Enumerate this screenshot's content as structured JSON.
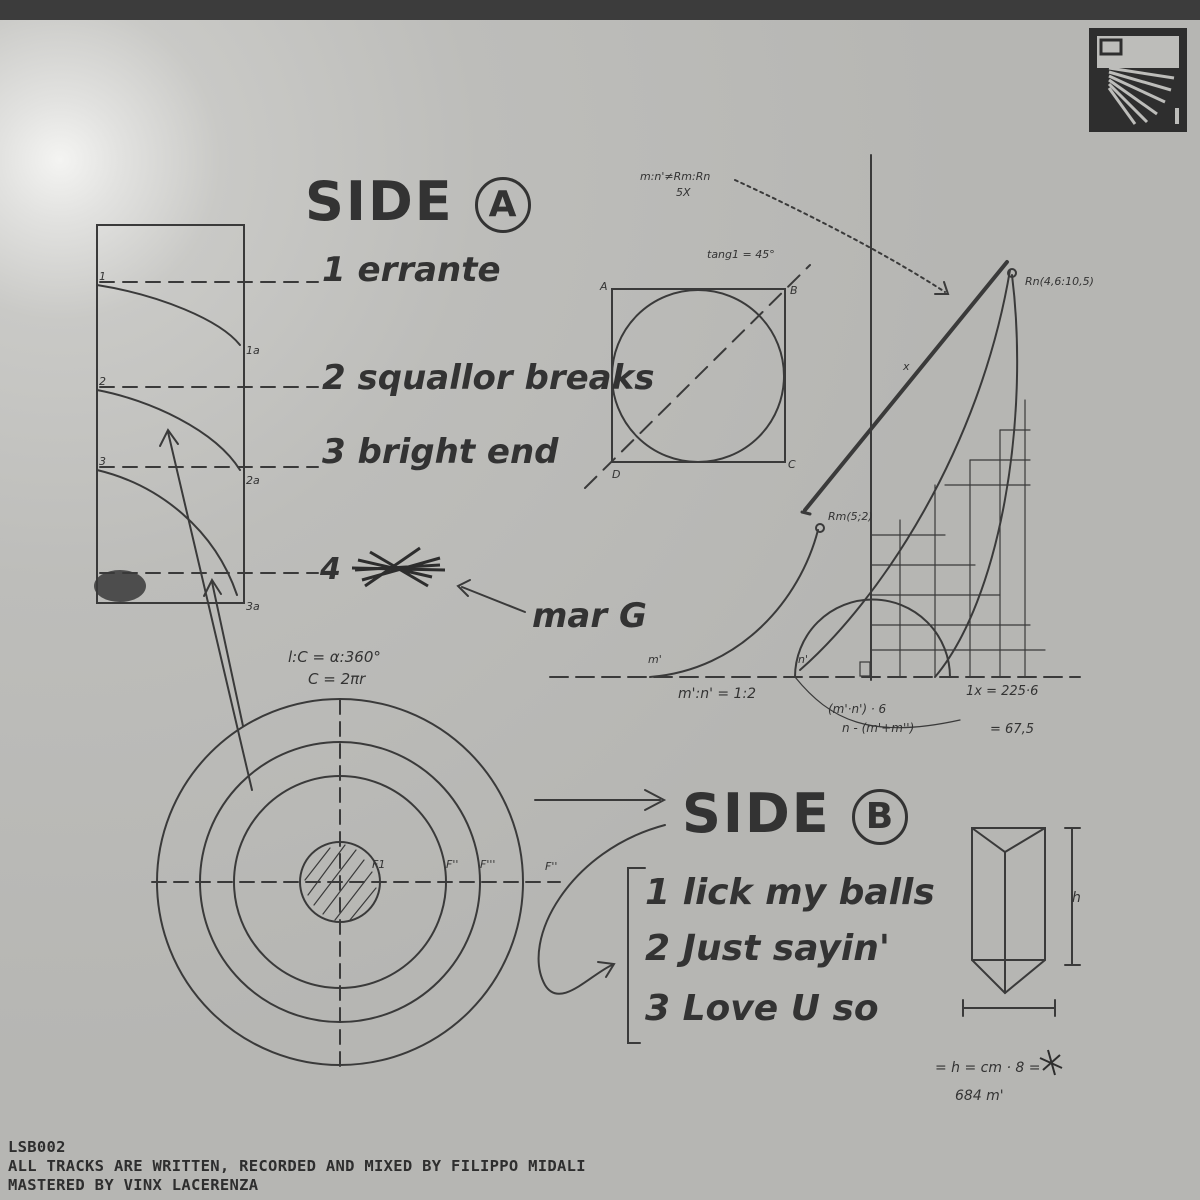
{
  "side_a": {
    "title": "SIDE",
    "letter": "A",
    "tracks": [
      {
        "number": "1",
        "title": "errante"
      },
      {
        "number": "2",
        "title": "squallor breaks"
      },
      {
        "number": "3",
        "title": "bright end"
      },
      {
        "number": "4",
        "title": ""
      }
    ],
    "scribble_note": "mar G"
  },
  "side_b": {
    "title": "SIDE",
    "letter": "B",
    "tracks": [
      {
        "number": "1",
        "title": "lick my balls"
      },
      {
        "number": "2",
        "title": "Just sayin'"
      },
      {
        "number": "3",
        "title": "Love U so"
      }
    ]
  },
  "annotations": {
    "formula_top": "m:n'≠Rm:Rn",
    "formula_top_sub": "5X",
    "tang": "tang1 = 45°",
    "rn_point": "Rn(4,6:10,5)",
    "rm_point": "Rm(5;2)",
    "circle_formula": "l:C = α:360°",
    "circle_formula2": "C = 2πr",
    "ratio": "m':n' = 1:2",
    "fraction_top": "(m'·n') · 6",
    "fraction_bottom": "n - (m'+m'')",
    "one_x": "1x = 225·6",
    "one_x_sub": "= 67,5",
    "prism_h": "h",
    "prism_formula": "= h = cm · 8 =",
    "prism_result": "684 m'",
    "sq_a": "A",
    "sq_b": "B",
    "sq_c": "C",
    "sq_d": "D",
    "rect_1a": "1a",
    "rect_2a": "2a",
    "rect_3a": "3a",
    "rect_1": "1",
    "rect_2": "2",
    "rect_3": "3",
    "f1": "F1",
    "f2": "F''",
    "f3": "F'''",
    "f4": "F''",
    "x_label": "x",
    "m_label": "m'",
    "n_label": "n'"
  },
  "credits": {
    "catalog": "LSB002",
    "line1": "ALL TRACKS ARE WRITTEN, RECORDED AND MIXED BY FILIPPO MIDALI",
    "line2": "MASTERED BY VINX LACERENZA"
  },
  "colors": {
    "ink": "#333333",
    "paper": "#bdbdba",
    "topbar": "#3c3c3c"
  }
}
